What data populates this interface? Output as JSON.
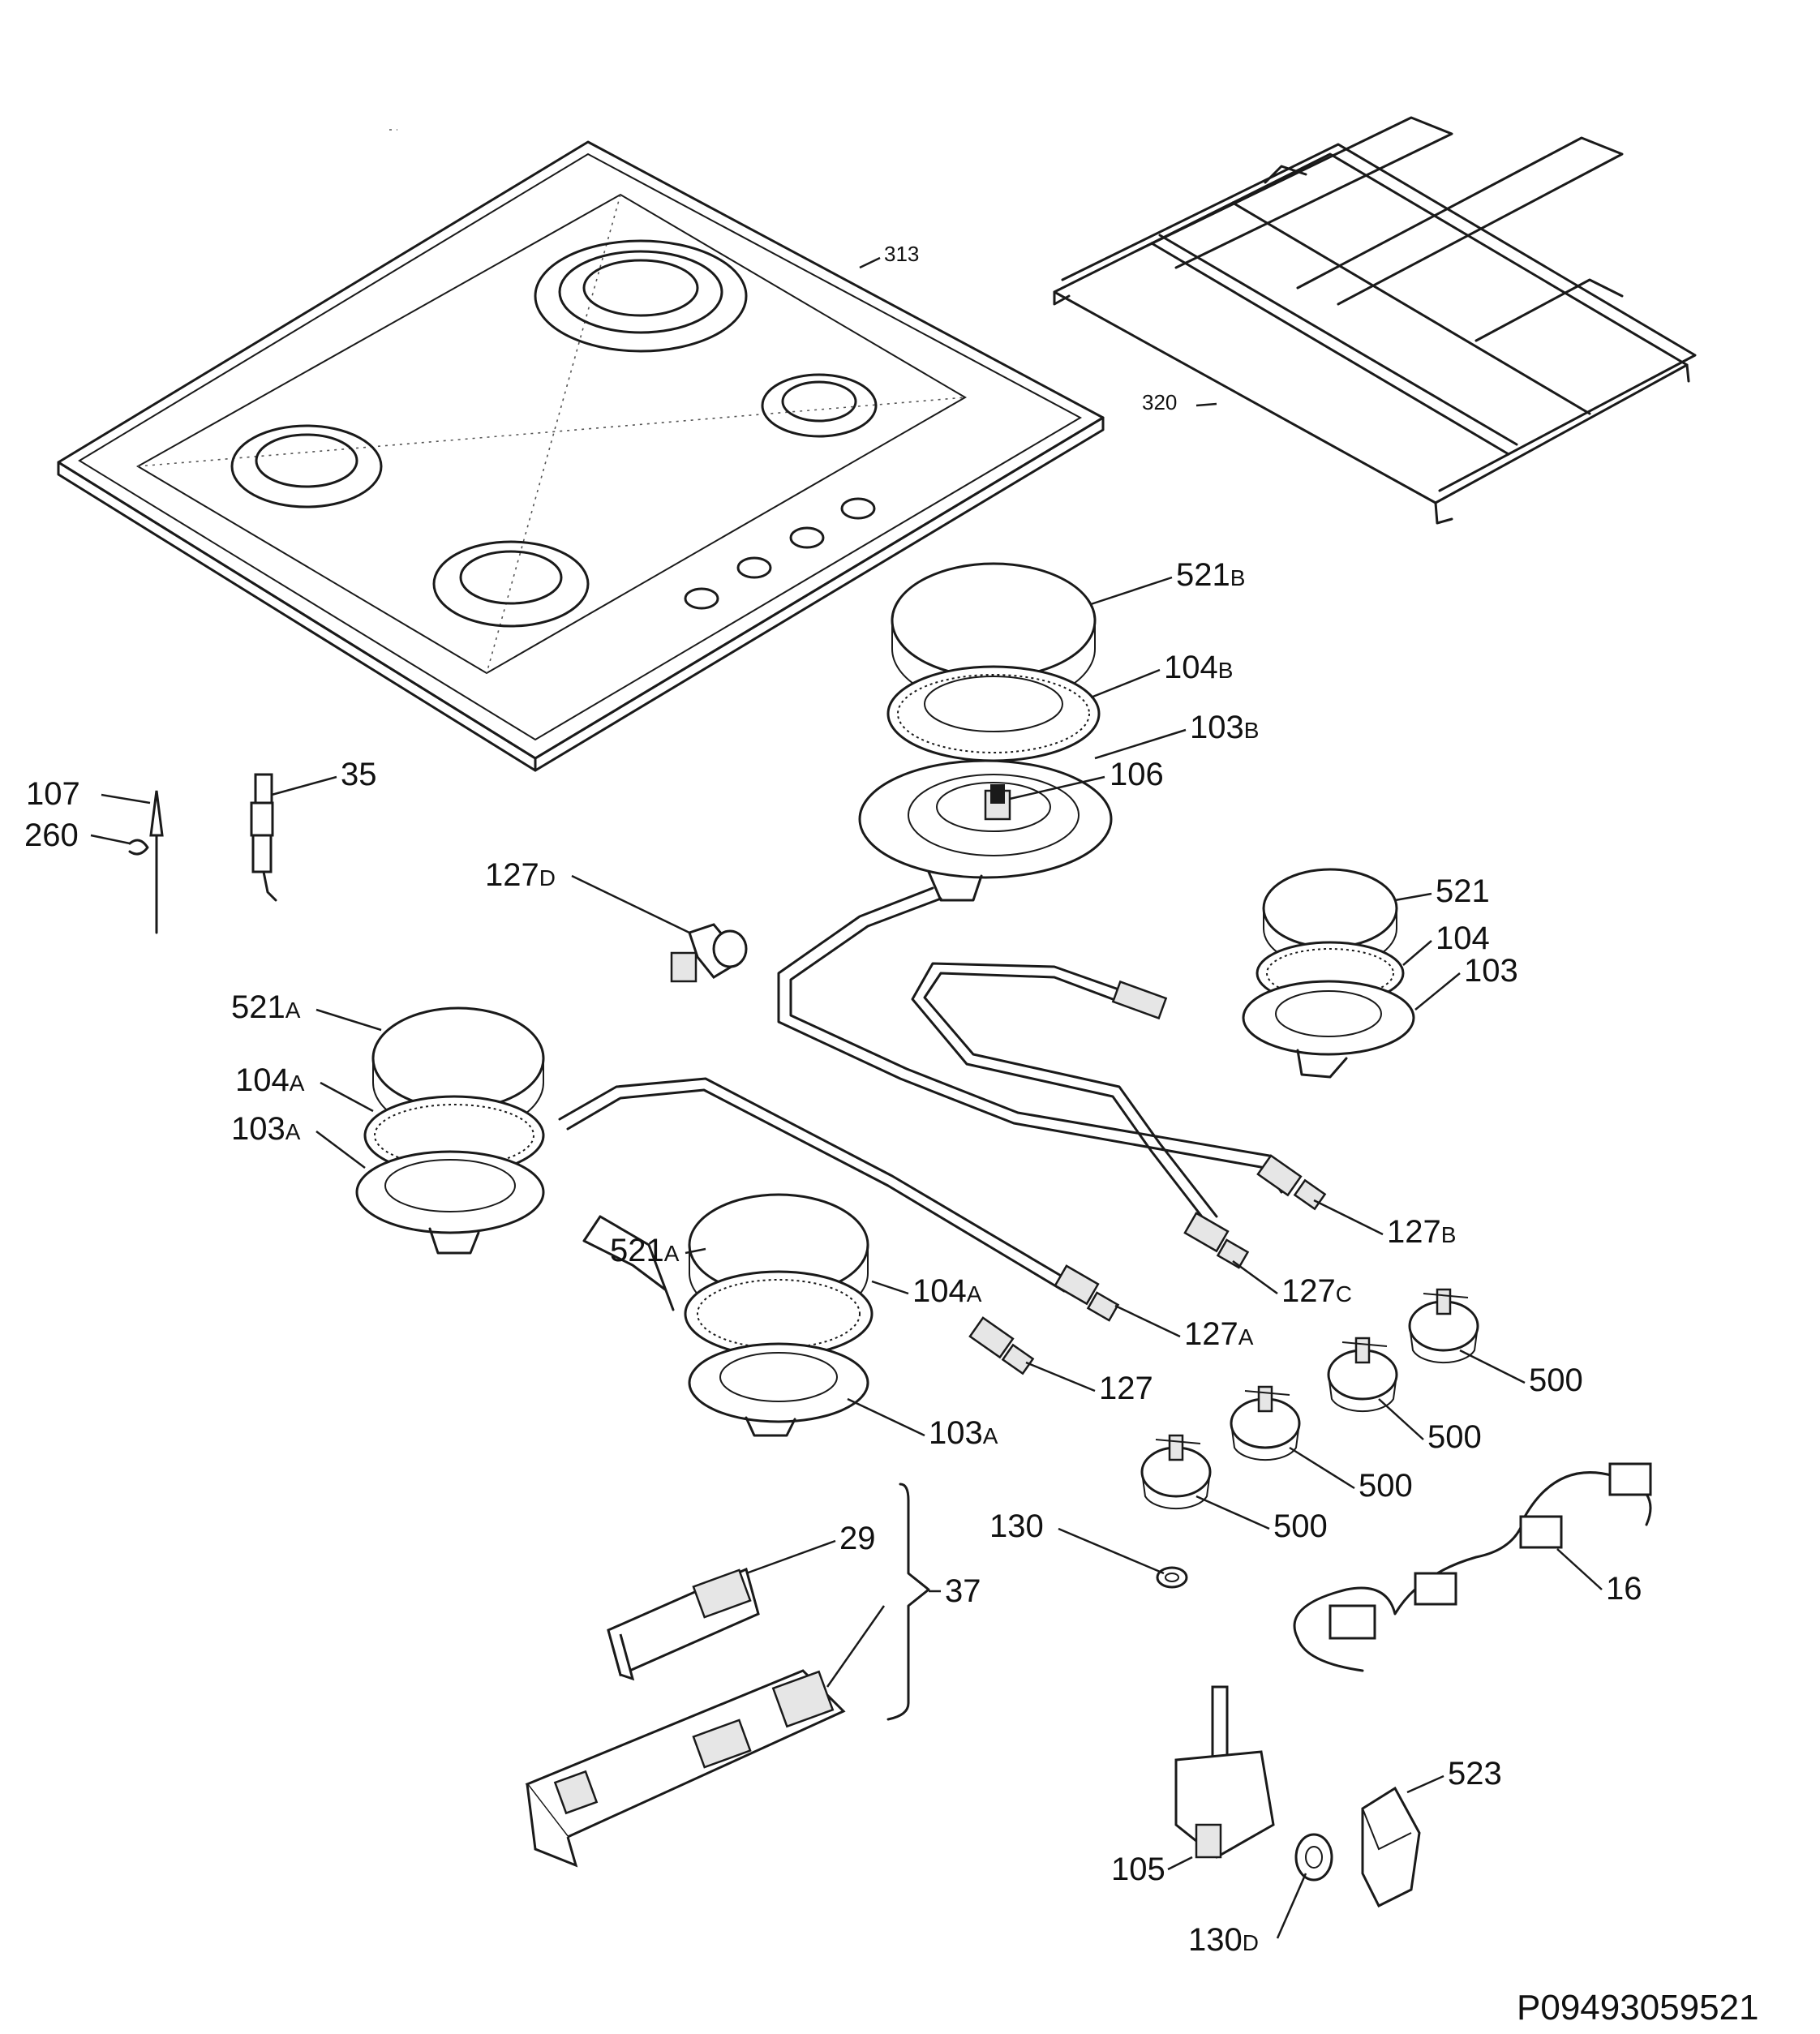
{
  "diagram": {
    "parts": [
      {
        "id": "313",
        "num": "313",
        "suffix": ""
      },
      {
        "id": "320",
        "num": "320",
        "suffix": ""
      },
      {
        "id": "521B",
        "num": "521",
        "suffix": "B"
      },
      {
        "id": "104B",
        "num": "104",
        "suffix": "B"
      },
      {
        "id": "103B",
        "num": "103",
        "suffix": "B"
      },
      {
        "id": "106",
        "num": "106",
        "suffix": ""
      },
      {
        "id": "107",
        "num": "107",
        "suffix": ""
      },
      {
        "id": "260",
        "num": "260",
        "suffix": ""
      },
      {
        "id": "35",
        "num": "35",
        "suffix": ""
      },
      {
        "id": "127D",
        "num": "127",
        "suffix": "D"
      },
      {
        "id": "521",
        "num": "521",
        "suffix": ""
      },
      {
        "id": "104",
        "num": "104",
        "suffix": ""
      },
      {
        "id": "103",
        "num": "103",
        "suffix": ""
      },
      {
        "id": "521A_left",
        "num": "521",
        "suffix": "A"
      },
      {
        "id": "104A_left",
        "num": "104",
        "suffix": "A"
      },
      {
        "id": "103A_left",
        "num": "103",
        "suffix": "A"
      },
      {
        "id": "127B",
        "num": "127",
        "suffix": "B"
      },
      {
        "id": "127C",
        "num": "127",
        "suffix": "C"
      },
      {
        "id": "521A_front",
        "num": "521",
        "suffix": "A"
      },
      {
        "id": "104A_front",
        "num": "104",
        "suffix": "A"
      },
      {
        "id": "127A",
        "num": "127",
        "suffix": "A"
      },
      {
        "id": "127",
        "num": "127",
        "suffix": ""
      },
      {
        "id": "103A_front",
        "num": "103",
        "suffix": "A"
      },
      {
        "id": "500_a",
        "num": "500",
        "suffix": ""
      },
      {
        "id": "500_b",
        "num": "500",
        "suffix": ""
      },
      {
        "id": "500_c",
        "num": "500",
        "suffix": ""
      },
      {
        "id": "500_d",
        "num": "500",
        "suffix": ""
      },
      {
        "id": "130",
        "num": "130",
        "suffix": ""
      },
      {
        "id": "29",
        "num": "29",
        "suffix": ""
      },
      {
        "id": "37",
        "num": "37",
        "suffix": ""
      },
      {
        "id": "16",
        "num": "16",
        "suffix": ""
      },
      {
        "id": "523",
        "num": "523",
        "suffix": ""
      },
      {
        "id": "105",
        "num": "105",
        "suffix": ""
      },
      {
        "id": "130D",
        "num": "130",
        "suffix": "D"
      }
    ],
    "drawing_code": "P09493059521"
  }
}
